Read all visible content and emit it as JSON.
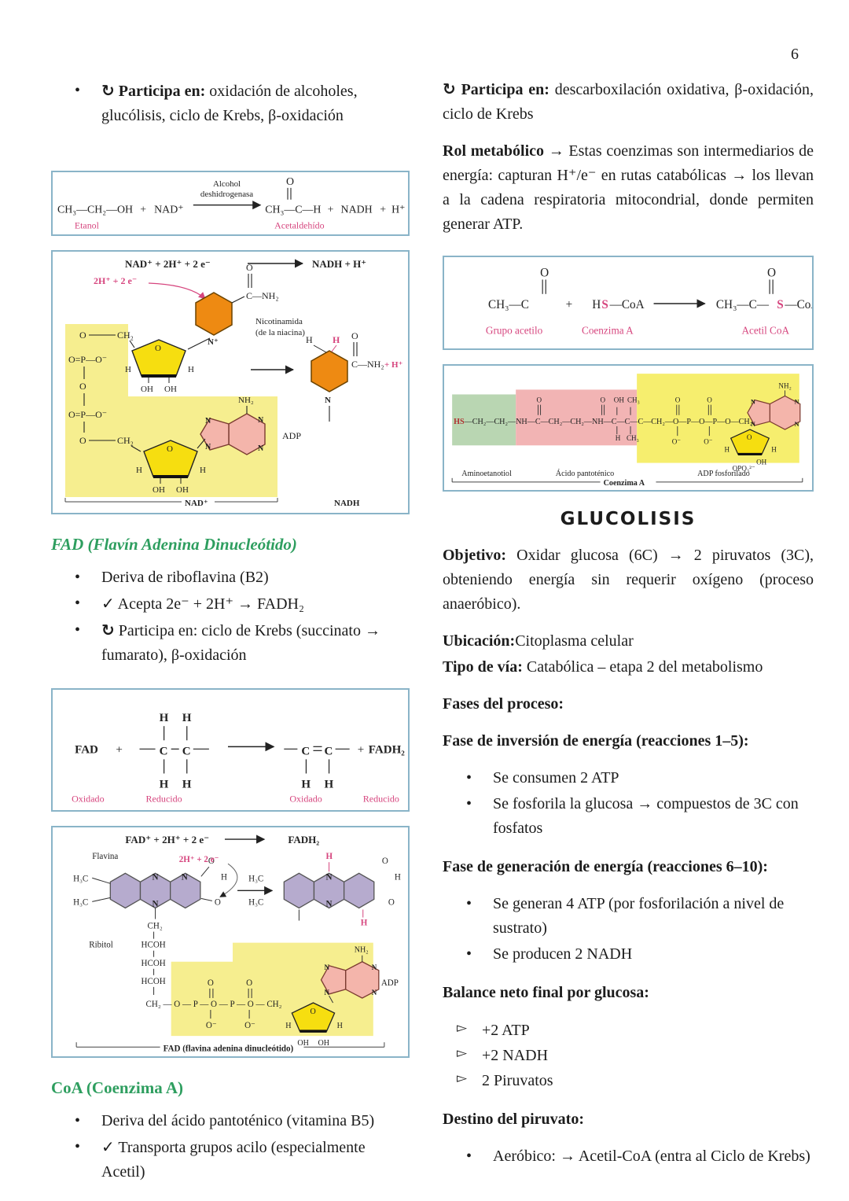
{
  "page_number": "6",
  "colors": {
    "figure_border": "#8ab4c8",
    "pink_label": "#d6457e",
    "green_heading": "#2e9e5f",
    "yellow_highlight": "#f6ee8f",
    "ribose_yellow": "#f6de10",
    "nicotinamide_orange": "#ee8a12",
    "adenine_pink": "#f4b5ab",
    "flavin_purple": "#b6abce",
    "green_highlight": "#b9d6b2",
    "red_highlight": "#f2b4b4"
  },
  "left": {
    "bullet_participa": {
      "icon": "↻",
      "lead": "Participa en:",
      "rest": " oxidación de alcoholes, glucólisis, ciclo de Krebs, β-oxidación"
    },
    "fad_heading": "FAD (Flavín Adenina Dinucleótido)",
    "fad_b1": "Deriva de riboflavina (B2)",
    "fad_b2_icon": "✓",
    "fad_b2": "Acepta 2e⁻ + 2H⁺ → FADH₂",
    "fad_b3_icon": "↻",
    "fad_b3": "Participa en: ciclo de Krebs (succinato → fumarato), β-oxidación",
    "coa_heading": "CoA (Coenzima A)",
    "coa_b1": "Deriva del ácido pantoténico (vitamina B5)",
    "coa_b2_icon": "✓",
    "coa_b2": "Transporta grupos acilo (especialmente Acetil)"
  },
  "right": {
    "participa_icon": "↻",
    "participa_lead": "Participa en:",
    "participa_rest": " descarboxilación oxidativa, β-oxidación, ciclo de Krebs",
    "rol_lead": "Rol metabólico",
    "rol_arrow": " →  ",
    "rol_rest": "Estas coenzimas son intermediarios de energía: capturan H⁺/e⁻ en rutas catabólicas → los llevan a la cadena respiratoria mitocondrial, donde permiten generar ATP.",
    "glucolisis_title": "GLUCOLISIS",
    "objetivo_lead": "Objetivo:",
    "objetivo_rest": " Oxidar glucosa (6C) → 2 piruvatos (3C), obteniendo energía sin requerir oxígeno (proceso anaeróbico).",
    "ubicacion_lead": "Ubicación:",
    "ubicacion_rest": "Citoplasma celular",
    "tipo_lead": "Tipo de vía:",
    "tipo_rest": " Catabólica – etapa 2 del metabolismo",
    "fases": "Fases del proceso:",
    "fase1": "Fase de inversión de energía (reacciones 1–5):",
    "fase1_b1": "Se consumen 2 ATP",
    "fase1_b2": "Se fosforila la glucosa → compuestos de 3C con fosfatos",
    "fase2": "Fase de generación de energía (reacciones 6–10):",
    "fase2_b1": "Se generan 4 ATP (por fosforilación a nivel de sustrato)",
    "fase2_b2": "Se producen 2 NADH",
    "balance": "Balance neto final por glucosa:",
    "balance_items": [
      "+2 ATP",
      "+2 NADH",
      "2 Piruvatos"
    ],
    "destino": "Destino del piruvato:",
    "destino_b1": "Aeróbico: → Acetil-CoA (entra al Ciclo de Krebs)"
  },
  "fig_etanol": {
    "reactant": "CH₃—CH₂—OH",
    "plus1": "+",
    "nad": "NAD⁺",
    "enzyme1": "Alcohol",
    "enzyme2": "deshidrogenasa",
    "o": "O",
    "product": "CH₃—C—H",
    "plus2": "+",
    "nadh": "NADH",
    "plus3": "+",
    "h": "H⁺",
    "etanol": "Etanol",
    "acetaldehido": "Acetaldehído"
  },
  "fig_nad": {
    "eq_left": "NAD⁺ + 2H⁺ + 2 e⁻",
    "eq_right": "NADH + H⁺",
    "pink": "2H⁺ + 2 e⁻",
    "o": "O",
    "amide": "C—NH₂",
    "nic1": "Nicotinamida",
    "nic2": "(de la niacina)",
    "n_plus": "N⁺",
    "ch2": "CH₂",
    "phos": "O=P—O⁻",
    "h": "H",
    "oh": "OH",
    "nh2": "NH₂",
    "n": "N",
    "adp": "ADP",
    "nad_label": "NAD⁺",
    "nadh_label": "NADH",
    "h_pink": "H",
    "plus_h": "+ H⁺"
  },
  "fig_fad_redox": {
    "fad": "FAD",
    "plus1": "+",
    "h": "H",
    "c": "C",
    "plus2": "+",
    "fadh2": "FADH₂",
    "oxidado": "Oxidado",
    "reducido": "Reducido"
  },
  "fig_fad": {
    "eq_left": "FAD⁺ + 2H⁺ + 2 e⁻",
    "eq_right": "FADH₂",
    "flavina": "Flavina",
    "pink": "2H⁺ + 2 e⁻",
    "h3c": "H₃C",
    "n": "N",
    "o": "O",
    "h": "H",
    "h_pink": "H",
    "ch2": "CH₂",
    "hcoh": "HCOH",
    "ribitol": "Ribitol",
    "chain": "CH₂ — O — P — O — P — O — CH₂",
    "o_minus": "O⁻",
    "oh": "OH",
    "nh2": "NH₂",
    "adp": "ADP",
    "bracket": "FAD (flavina adenina dinucleótido)"
  },
  "fig_acetil": {
    "o": "O",
    "ch3c": "CH₃—C",
    "plus": "+",
    "h": "H",
    "s": "S",
    "coa_tail": "—CoA",
    "prod_pre": "CH₃—C—",
    "grupo": "Grupo acetilo",
    "coenzima": "Coenzima A",
    "acetil": "Acetil CoA"
  },
  "fig_coa": {
    "hs": "HS",
    "chain": "—CH₂—CH₂—NH—C—CH₂—CH₂—NH—C—C—C—CH₂—O—P—O—P—O—CH₂",
    "o": "O",
    "oh": "OH",
    "ch3": "CH₃",
    "h": "H",
    "o_minus": "O⁻",
    "nh2": "NH₂",
    "n": "N",
    "opo3": "OPO₃²⁻",
    "aminoetanotiol": "Aminoetanotiol",
    "pantotenico": "Ácido pantoténico",
    "adp_fosforilado": "ADP fosforilado",
    "bracket": "Coenzima A"
  }
}
